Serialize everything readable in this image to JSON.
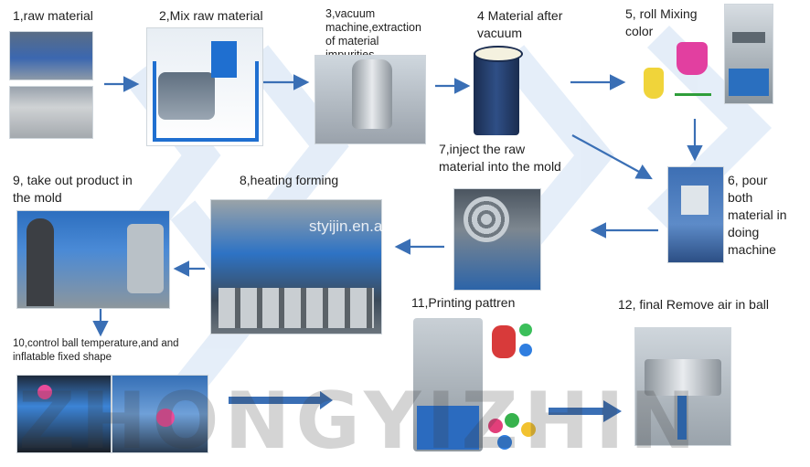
{
  "colors": {
    "arrow": "#3a6fb5",
    "watermark": "#555555",
    "chevron": "#bcd3ef"
  },
  "steps": {
    "s1": "1,raw material",
    "s2": "2,Mix raw material",
    "s3": "3,vacuum\nmachine,extraction\nof material\nimpurities",
    "s4": "4 Material after\nvacuum",
    "s5": "5,  roll Mixing\ncolor",
    "s6": "6,  pour\nboth\nmaterial in\ndoing\nmachine",
    "s7": "7,inject the raw\nmaterial into the mold",
    "s8": "8,heating forming",
    "s9": "9,  take out product in\nthe mold",
    "s10": "10,control ball temperature,and and\ninflatable fixed shape",
    "s11": "11,Printing pattren",
    "s12": "12,  final Remove air in ball"
  },
  "watermark": {
    "text": "ZHONGYIZHIN",
    "url": "styijin.en.alibaba.com"
  },
  "icons": [
    "arrow-right-icon",
    "arrow-down-icon",
    "arrow-left-icon"
  ]
}
